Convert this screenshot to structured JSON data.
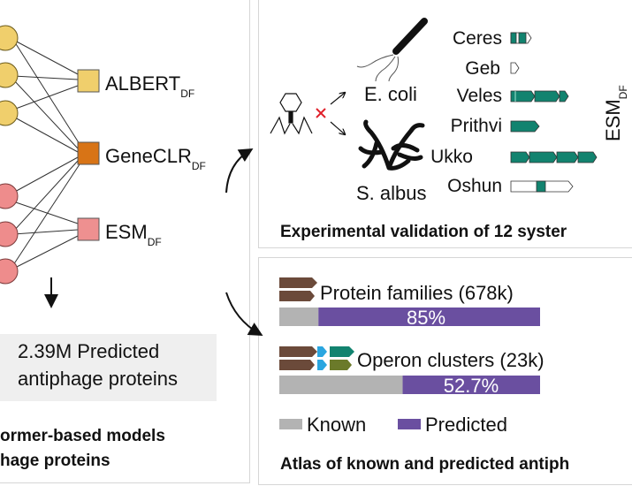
{
  "left_panel": {
    "models": [
      {
        "name": "ALBERT",
        "subscript": "DF",
        "color": "#f0cf6c"
      },
      {
        "name": "GeneCLR",
        "subscript": "DF",
        "color": "#d87416"
      },
      {
        "name": "ESM",
        "subscript": "DF",
        "color": "#ee9090"
      }
    ],
    "input_colors": {
      "yellow": "#f0cf6c",
      "pink": "#ee8c8c"
    },
    "result_line1": "2.39M Predicted",
    "result_line2": "antiphage proteins",
    "title_line1": "ormer-based models",
    "title_line2": "hage proteins"
  },
  "validation_panel": {
    "hosts": [
      "E. coli",
      "S. albus"
    ],
    "systems": [
      "Ceres",
      "Geb",
      "Veles",
      "Prithvi",
      "Ukko",
      "Oshun"
    ],
    "side_label": "ESM",
    "side_label_sub": "DF",
    "title": "Experimental validation of 12 syster",
    "gene_color": "#12836f"
  },
  "atlas_panel": {
    "rows": [
      {
        "label": "Protein families (678k)",
        "predicted_percent": 85,
        "value_label": "85%"
      },
      {
        "label": "Operon clusters (23k)",
        "predicted_percent": 52.7,
        "value_label": "52.7%"
      }
    ],
    "legend": [
      {
        "label": "Known",
        "color": "#b3b3b3"
      },
      {
        "label": "Predicted",
        "color": "#6a4fa0"
      }
    ],
    "title": "Atlas of known and predicted antiph"
  }
}
